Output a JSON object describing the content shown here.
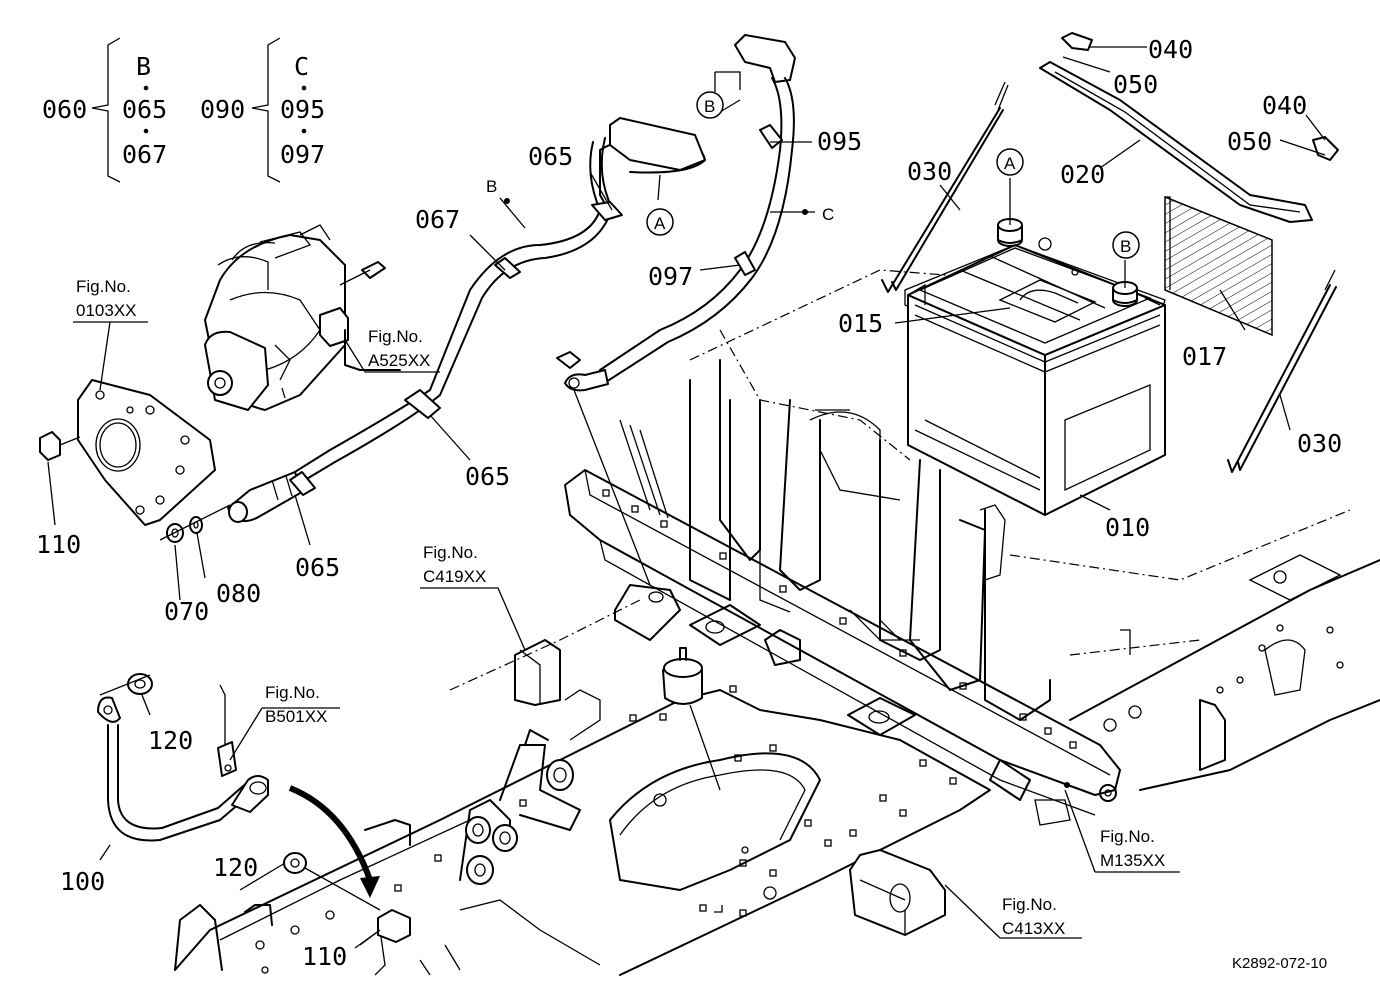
{
  "callouts": {
    "c060": "060",
    "c065a": "065",
    "c067a": "067",
    "cB": "B",
    "c090": "090",
    "c095a": "095",
    "c097a": "097",
    "cC": "C",
    "c065b": "065",
    "c067b": "067",
    "c065c": "065",
    "c065d": "065",
    "c097b": "097",
    "c095b": "095",
    "c030a": "030",
    "c030b": "030",
    "c020": "020",
    "c040a": "040",
    "c050a": "050",
    "c040b": "040",
    "c050b": "050",
    "c015": "015",
    "c017": "017",
    "c010": "010",
    "c110a": "110",
    "c070": "070",
    "c080": "080",
    "c120a": "120",
    "c120b": "120",
    "c100": "100",
    "c110b": "110",
    "wireB": "B",
    "wireC": "C"
  },
  "circle_labels": {
    "cA1": "A",
    "cA2": "A",
    "cB1": "B",
    "cB2": "B"
  },
  "fig_refs": {
    "f1_title": "Fig.No.",
    "f1_code": "0103XX",
    "f2_title": "Fig.No.",
    "f2_code": "A525XX",
    "f3_title": "Fig.No.",
    "f3_code": "C419XX",
    "f4_title": "Fig.No.",
    "f4_code": "B501XX",
    "f5_title": "Fig.No.",
    "f5_code": "M135XX",
    "f6_title": "Fig.No.",
    "f6_code": "C413XX"
  },
  "drawing_code": "K2892-072-10"
}
